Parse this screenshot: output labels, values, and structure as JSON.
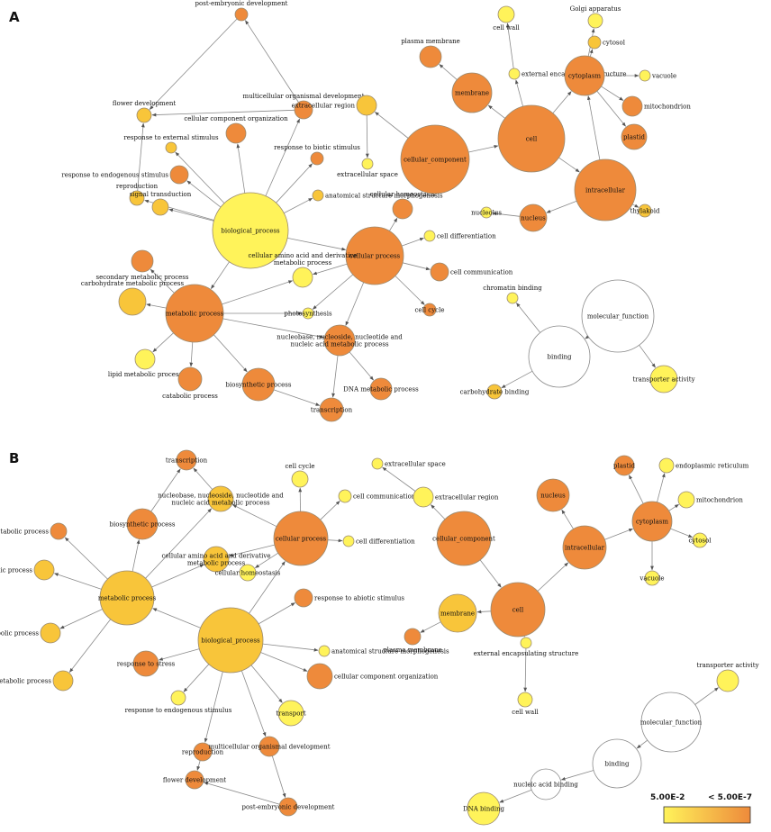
{
  "colors": {
    "low": "#fff35a",
    "mid": "#f8c53a",
    "high": "#ee8a3b",
    "empty": "#ffffff",
    "edge": "#8a8a8a",
    "stroke": "#9a8a70"
  },
  "panels": [
    {
      "id": "A",
      "label": "A",
      "nodes": [
        {
          "id": "post_emb",
          "label": "post-embryonic development",
          "level": "high"
        },
        {
          "id": "flower",
          "label": "flower development",
          "level": "mid"
        },
        {
          "id": "cco_bp",
          "label": "cellular component organization",
          "level": "high"
        },
        {
          "id": "multi",
          "label": "multicellular organismal development",
          "level": "high"
        },
        {
          "id": "resp_ext",
          "label": "response to external stimulus",
          "level": "mid"
        },
        {
          "id": "resp_bio",
          "label": "response to biotic stimulus",
          "level": "high"
        },
        {
          "id": "resp_endo",
          "label": "response to endogenous stimulus",
          "level": "high"
        },
        {
          "id": "repro",
          "label": "reproduction",
          "level": "mid"
        },
        {
          "id": "signal",
          "label": "signal transduction",
          "level": "mid"
        },
        {
          "id": "anat",
          "label": "anatomical structure morphogenesis",
          "level": "mid"
        },
        {
          "id": "bioproc",
          "label": "biological_process",
          "level": "low"
        },
        {
          "id": "cell_homeo",
          "label": "cellular homeostasis",
          "level": "high"
        },
        {
          "id": "cell_diff",
          "label": "cell differentiation",
          "level": "low"
        },
        {
          "id": "cellproc",
          "label": "cellular process",
          "level": "high"
        },
        {
          "id": "cell_comm",
          "label": "cell communication",
          "level": "high"
        },
        {
          "id": "cell_cycle",
          "label": "cell cycle",
          "level": "high"
        },
        {
          "id": "sec_met",
          "label": "secondary metabolic process",
          "level": "high"
        },
        {
          "id": "aa_met",
          "label": "cellular amino acid and derivative metabolic process",
          "level": "low"
        },
        {
          "id": "carb_met",
          "label": "carbohydrate metabolic process",
          "level": "mid"
        },
        {
          "id": "metab",
          "label": "metabolic process",
          "level": "high"
        },
        {
          "id": "photo",
          "label": "photosynthesis",
          "level": "low"
        },
        {
          "id": "nucl_met",
          "label": "nucleobase, nucleoside, nucleotide and nucleic acid metabolic process",
          "level": "high"
        },
        {
          "id": "lipid",
          "label": "lipid metabolic process",
          "level": "low"
        },
        {
          "id": "catab",
          "label": "catabolic process",
          "level": "high"
        },
        {
          "id": "biosyn",
          "label": "biosynthetic process",
          "level": "high"
        },
        {
          "id": "dna_met",
          "label": "DNA metabolic process",
          "level": "high"
        },
        {
          "id": "transc",
          "label": "transcription",
          "level": "high"
        },
        {
          "id": "cell_wall",
          "label": "cell wall",
          "level": "low"
        },
        {
          "id": "golgi",
          "label": "Golgi apparatus",
          "level": "low"
        },
        {
          "id": "plasma",
          "label": "plasma membrane",
          "level": "high"
        },
        {
          "id": "ext_enc",
          "label": "external encapsulating structure",
          "level": "low"
        },
        {
          "id": "cytosol",
          "label": "cytosol",
          "level": "mid"
        },
        {
          "id": "cytoplasm",
          "label": "cytoplasm",
          "level": "high"
        },
        {
          "id": "vacuole",
          "label": "vacuole",
          "level": "low"
        },
        {
          "id": "membrane",
          "label": "membrane",
          "level": "high"
        },
        {
          "id": "mito",
          "label": "mitochondrion",
          "level": "high"
        },
        {
          "id": "ext_reg",
          "label": "extracellular region",
          "level": "mid"
        },
        {
          "id": "ext_space",
          "label": "extracellular space",
          "level": "low"
        },
        {
          "id": "cc",
          "label": "cellular_component",
          "level": "high"
        },
        {
          "id": "cell",
          "label": "cell",
          "level": "high"
        },
        {
          "id": "plastid",
          "label": "plastid",
          "level": "high"
        },
        {
          "id": "intracell",
          "label": "intracellular",
          "level": "high"
        },
        {
          "id": "nucleolus",
          "label": "nucleolus",
          "level": "low"
        },
        {
          "id": "nucleus",
          "label": "nucleus",
          "level": "high"
        },
        {
          "id": "thylakoid",
          "label": "thylakoid",
          "level": "mid"
        },
        {
          "id": "chromatin",
          "label": "chromatin binding",
          "level": "low"
        },
        {
          "id": "molfunc",
          "label": "molecular_function",
          "level": "empty"
        },
        {
          "id": "binding",
          "label": "binding",
          "level": "empty"
        },
        {
          "id": "carb_bind",
          "label": "carbohydrate binding",
          "level": "mid"
        },
        {
          "id": "transp",
          "label": "transporter activity",
          "level": "low"
        }
      ],
      "edges": [
        [
          "bioproc",
          "repro"
        ],
        [
          "bioproc",
          "signal"
        ],
        [
          "bioproc",
          "resp_endo"
        ],
        [
          "bioproc",
          "resp_ext"
        ],
        [
          "bioproc",
          "cco_bp"
        ],
        [
          "bioproc",
          "multi"
        ],
        [
          "bioproc",
          "resp_bio"
        ],
        [
          "bioproc",
          "anat"
        ],
        [
          "bioproc",
          "cellproc"
        ],
        [
          "bioproc",
          "metab"
        ],
        [
          "repro",
          "flower"
        ],
        [
          "multi",
          "flower"
        ],
        [
          "multi",
          "post_emb"
        ],
        [
          "post_emb",
          "flower"
        ],
        [
          "cellproc",
          "cell_homeo"
        ],
        [
          "cellproc",
          "cell_diff"
        ],
        [
          "cellproc",
          "cell_comm"
        ],
        [
          "cellproc",
          "cell_cycle"
        ],
        [
          "cellproc",
          "aa_met"
        ],
        [
          "cellproc",
          "photo"
        ],
        [
          "cellproc",
          "nucl_met"
        ],
        [
          "metab",
          "sec_met"
        ],
        [
          "metab",
          "carb_met"
        ],
        [
          "metab",
          "lipid"
        ],
        [
          "metab",
          "catab"
        ],
        [
          "metab",
          "biosyn"
        ],
        [
          "metab",
          "aa_met"
        ],
        [
          "metab",
          "photo"
        ],
        [
          "metab",
          "nucl_met"
        ],
        [
          "nucl_met",
          "dna_met"
        ],
        [
          "nucl_met",
          "transc"
        ],
        [
          "biosyn",
          "transc"
        ],
        [
          "cc",
          "cell"
        ],
        [
          "cc",
          "ext_reg"
        ],
        [
          "ext_reg",
          "ext_space"
        ],
        [
          "cell",
          "membrane"
        ],
        [
          "cell",
          "ext_enc"
        ],
        [
          "cell",
          "cytoplasm"
        ],
        [
          "cell",
          "intracell"
        ],
        [
          "membrane",
          "plasma"
        ],
        [
          "ext_enc",
          "cell_wall"
        ],
        [
          "cytoplasm",
          "golgi"
        ],
        [
          "cytoplasm",
          "cytosol"
        ],
        [
          "cytoplasm",
          "vacuole"
        ],
        [
          "cytoplasm",
          "mito"
        ],
        [
          "cytoplasm",
          "plastid"
        ],
        [
          "intracell",
          "cytoplasm"
        ],
        [
          "intracell",
          "nucleus"
        ],
        [
          "intracell",
          "thylakoid"
        ],
        [
          "nucleus",
          "nucleolus"
        ],
        [
          "molfunc",
          "binding"
        ],
        [
          "molfunc",
          "transp"
        ],
        [
          "binding",
          "chromatin"
        ],
        [
          "binding",
          "carb_bind"
        ]
      ]
    },
    {
      "id": "B",
      "label": "B",
      "nodes": [
        {
          "id": "transc",
          "label": "transcription",
          "level": "high"
        },
        {
          "id": "nucl_met",
          "label": "nucleobase, nucleoside, nucleotide and nucleic acid metabolic process",
          "level": "mid"
        },
        {
          "id": "cell_cycle",
          "label": "cell cycle",
          "level": "low"
        },
        {
          "id": "biosyn",
          "label": "biosynthetic process",
          "level": "high"
        },
        {
          "id": "cell_comm",
          "label": "cell communication",
          "level": "low"
        },
        {
          "id": "sec_met",
          "label": "secondary metabolic process",
          "level": "high"
        },
        {
          "id": "cellproc",
          "label": "cellular process",
          "level": "high"
        },
        {
          "id": "cell_diff",
          "label": "cell differentiation",
          "level": "low"
        },
        {
          "id": "aa_met",
          "label": "cellular amino acid and derivative metabolic process",
          "level": "mid"
        },
        {
          "id": "carb_met",
          "label": "carbohydrate metabolic process",
          "level": "mid"
        },
        {
          "id": "cell_homeo",
          "label": "cellular homeostasis",
          "level": "low"
        },
        {
          "id": "metab",
          "label": "metabolic process",
          "level": "mid"
        },
        {
          "id": "resp_abio",
          "label": "response to abiotic stimulus",
          "level": "high"
        },
        {
          "id": "catab",
          "label": "catabolic process",
          "level": "mid"
        },
        {
          "id": "bioproc",
          "label": "biological_process",
          "level": "mid"
        },
        {
          "id": "anat",
          "label": "anatomical structure morphogenesis",
          "level": "low"
        },
        {
          "id": "resp_stress",
          "label": "response to stress",
          "level": "high"
        },
        {
          "id": "cco_bp",
          "label": "cellular component organization",
          "level": "high"
        },
        {
          "id": "lipid",
          "label": "lipid metabolic process",
          "level": "mid"
        },
        {
          "id": "resp_endo",
          "label": "response to endogenous stimulus",
          "level": "low"
        },
        {
          "id": "transport",
          "label": "transport",
          "level": "low"
        },
        {
          "id": "repro",
          "label": "reproduction",
          "level": "high"
        },
        {
          "id": "multi",
          "label": "multicellular organismal development",
          "level": "high"
        },
        {
          "id": "flower",
          "label": "flower development",
          "level": "high"
        },
        {
          "id": "post_emb",
          "label": "post-embryonic development",
          "level": "high"
        },
        {
          "id": "ext_space",
          "label": "extracellular space",
          "level": "low"
        },
        {
          "id": "ext_reg",
          "label": "extracellular region",
          "level": "low"
        },
        {
          "id": "cc",
          "label": "cellular_component",
          "level": "high"
        },
        {
          "id": "nucleus",
          "label": "nucleus",
          "level": "high"
        },
        {
          "id": "intracell",
          "label": "intracellular",
          "level": "high"
        },
        {
          "id": "cell",
          "label": "cell",
          "level": "high"
        },
        {
          "id": "membrane",
          "label": "membrane",
          "level": "mid"
        },
        {
          "id": "plasma",
          "label": "plasma membrane",
          "level": "high"
        },
        {
          "id": "ext_enc",
          "label": "external encapsulating structure",
          "level": "low"
        },
        {
          "id": "cell_wall",
          "label": "cell wall",
          "level": "low"
        },
        {
          "id": "plastid",
          "label": "plastid",
          "level": "high"
        },
        {
          "id": "er",
          "label": "endoplasmic reticulum",
          "level": "low"
        },
        {
          "id": "cytoplasm",
          "label": "cytoplasm",
          "level": "high"
        },
        {
          "id": "mito",
          "label": "mitochondrion",
          "level": "low"
        },
        {
          "id": "cytosol",
          "label": "cytosol",
          "level": "low"
        },
        {
          "id": "vacuole",
          "label": "vacuole",
          "level": "low"
        },
        {
          "id": "transp",
          "label": "transporter activity",
          "level": "low"
        },
        {
          "id": "molfunc",
          "label": "molecular_function",
          "level": "empty"
        },
        {
          "id": "binding",
          "label": "binding",
          "level": "empty"
        },
        {
          "id": "nuc_bind",
          "label": "nucleic acid binding",
          "level": "empty"
        },
        {
          "id": "dna_bind",
          "label": "DNA binding",
          "level": "low"
        }
      ],
      "edges": [
        [
          "bioproc",
          "metab"
        ],
        [
          "bioproc",
          "cellproc"
        ],
        [
          "bioproc",
          "resp_abio"
        ],
        [
          "bioproc",
          "anat"
        ],
        [
          "bioproc",
          "resp_stress"
        ],
        [
          "bioproc",
          "cco_bp"
        ],
        [
          "bioproc",
          "resp_endo"
        ],
        [
          "bioproc",
          "transport"
        ],
        [
          "bioproc",
          "repro"
        ],
        [
          "bioproc",
          "multi"
        ],
        [
          "repro",
          "flower"
        ],
        [
          "multi",
          "post_emb"
        ],
        [
          "post_emb",
          "flower"
        ],
        [
          "metab",
          "sec_met"
        ],
        [
          "metab",
          "carb_met"
        ],
        [
          "metab",
          "catab"
        ],
        [
          "metab",
          "lipid"
        ],
        [
          "metab",
          "biosyn"
        ],
        [
          "metab",
          "nucl_met"
        ],
        [
          "metab",
          "aa_met"
        ],
        [
          "biosyn",
          "transc"
        ],
        [
          "nucl_met",
          "transc"
        ],
        [
          "cellproc",
          "nucl_met"
        ],
        [
          "cellproc",
          "cell_cycle"
        ],
        [
          "cellproc",
          "cell_comm"
        ],
        [
          "cellproc",
          "cell_diff"
        ],
        [
          "cellproc",
          "aa_met"
        ],
        [
          "cellproc",
          "cell_homeo"
        ],
        [
          "cc",
          "ext_reg"
        ],
        [
          "ext_reg",
          "ext_space"
        ],
        [
          "cc",
          "cell"
        ],
        [
          "cell",
          "intracell"
        ],
        [
          "cell",
          "membrane"
        ],
        [
          "cell",
          "ext_enc"
        ],
        [
          "membrane",
          "plasma"
        ],
        [
          "ext_enc",
          "cell_wall"
        ],
        [
          "intracell",
          "nucleus"
        ],
        [
          "intracell",
          "cytoplasm"
        ],
        [
          "cytoplasm",
          "plastid"
        ],
        [
          "cytoplasm",
          "er"
        ],
        [
          "cytoplasm",
          "mito"
        ],
        [
          "cytoplasm",
          "cytosol"
        ],
        [
          "cytoplasm",
          "vacuole"
        ],
        [
          "molfunc",
          "transp"
        ],
        [
          "molfunc",
          "binding"
        ],
        [
          "binding",
          "nuc_bind"
        ],
        [
          "nuc_bind",
          "dna_bind"
        ]
      ]
    }
  ],
  "legend": {
    "low_label": "5.00E-2",
    "high_label": "< 5.00E-7",
    "low_color": "#fff35a",
    "high_color": "#ee8a3b"
  }
}
